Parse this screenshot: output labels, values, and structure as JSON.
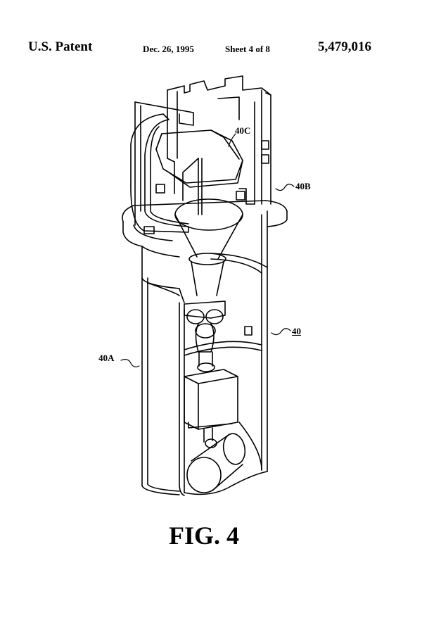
{
  "header": {
    "left": "U.S. Patent",
    "date": "Dec. 26, 1995",
    "sheet": "Sheet 4 of 8",
    "patent_number": "5,479,016"
  },
  "figure": {
    "label": "FIG. 4",
    "reference_labels": {
      "r40c": "40C",
      "r40b": "40B",
      "r40": "40",
      "r40a": "40A"
    }
  }
}
